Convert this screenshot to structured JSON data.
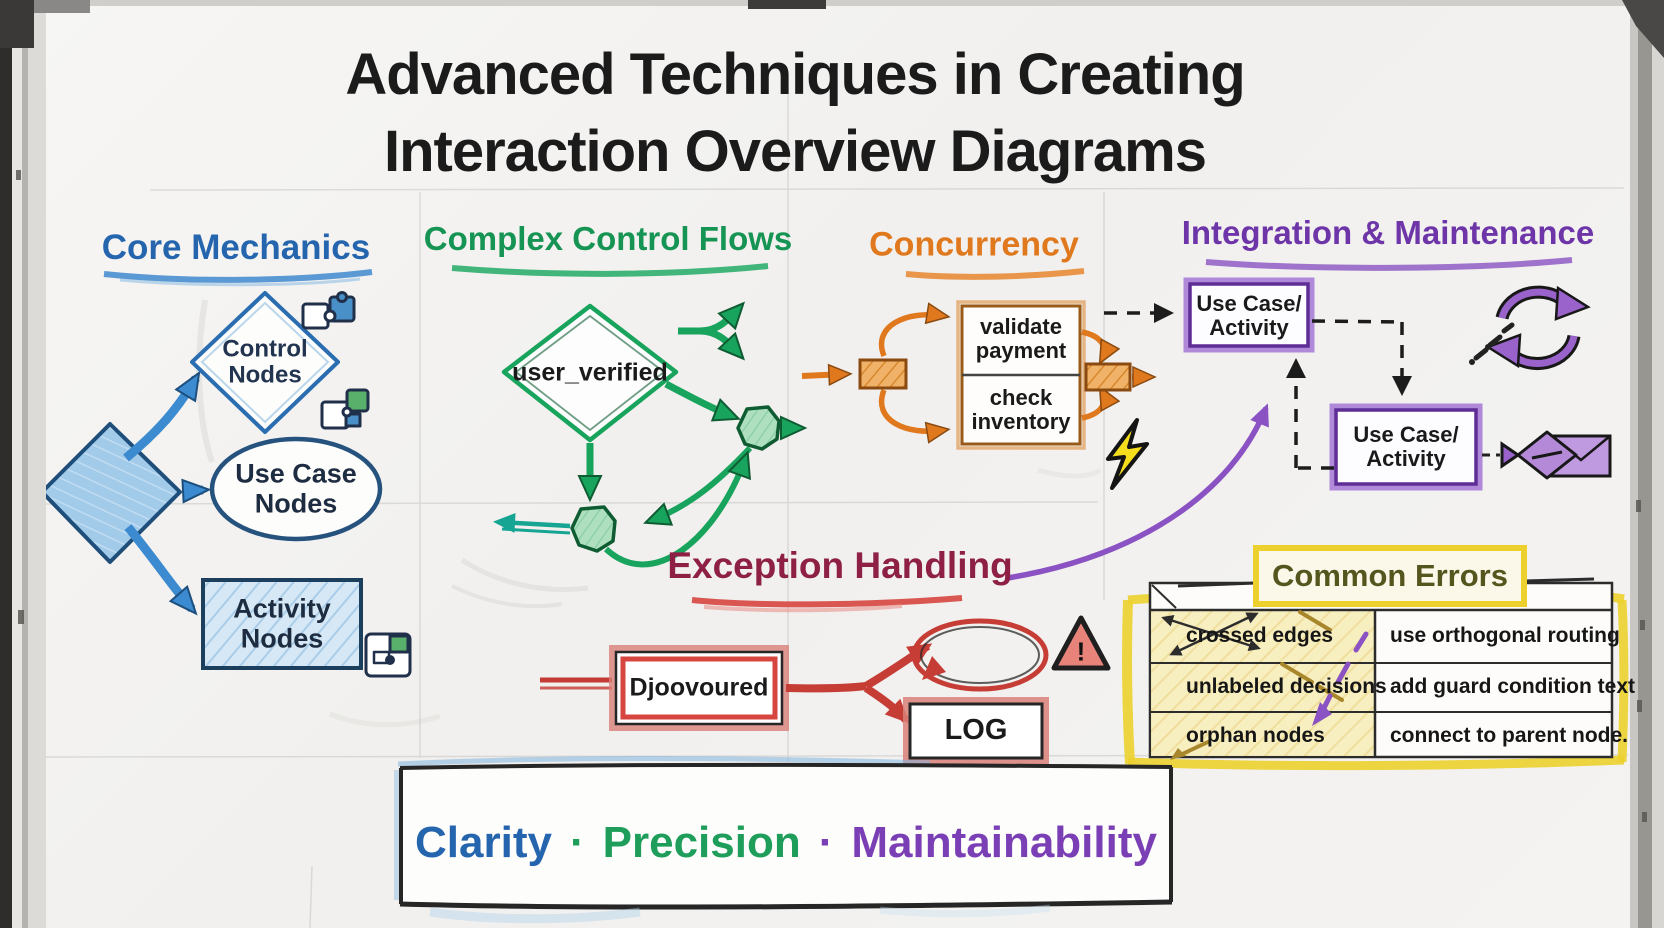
{
  "palette": {
    "blue": "#2465ae",
    "green": "#169454",
    "teal": "#16a493",
    "orange": "#e0781e",
    "purple": "#6d35a8",
    "maroon": "#8e2045",
    "red": "#d6453f",
    "yellow": "#ecd02e",
    "ink": "#1c1c1c"
  },
  "title": {
    "line1": "Advanced Techniques in Creating",
    "line2": "Interaction Overview Diagrams"
  },
  "core": {
    "heading": "Core Mechanics",
    "control_node_label": "Control Nodes",
    "use_case_node_label": "Use Case Nodes",
    "activity_node_label": "Activity Nodes"
  },
  "flows": {
    "heading": "Complex Control Flows",
    "guard_label": "user_verified"
  },
  "concurrency": {
    "heading": "Concurrency",
    "branch1_label": "validate payment",
    "branch2_label": "check inventory"
  },
  "integration": {
    "heading": "Integration & Maintenance",
    "box1_label": "Use Case/ Activity",
    "box2_label": "Use Case/ Activity"
  },
  "exception": {
    "heading": "Exception Handling",
    "source_label": "Djoovoured",
    "log_label": "LOG",
    "warning_glyph": "!"
  },
  "errors": {
    "heading": "Common Errors",
    "rows": [
      {
        "error": "crossed edges",
        "fix": "use orthogonal routing"
      },
      {
        "error": "unlabeled decisions",
        "fix": "add guard condition text"
      },
      {
        "error": "orphan nodes",
        "fix": "connect to parent node."
      }
    ]
  },
  "footer": {
    "word1": "Clarity",
    "word2": "Precision",
    "word3": "Maintainability",
    "separator": "·"
  }
}
